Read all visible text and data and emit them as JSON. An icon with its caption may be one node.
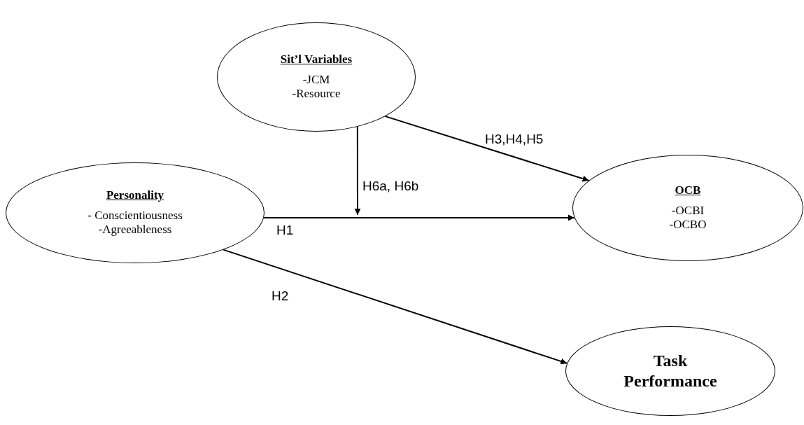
{
  "diagram": {
    "nodes": [
      {
        "text": [
          "Sit’l Variables",
          "-JCM",
          "-Resource"
        ]
      },
      {
        "text": [
          "Personality",
          "- Conscientiousness",
          "-Agreeableness"
        ]
      },
      {
        "text": [
          "OCB",
          "-OCBI",
          "-OCBO"
        ]
      },
      {
        "text": [
          "Task Performance"
        ]
      }
    ],
    "edges": [
      {
        "from": 0,
        "to": 2,
        "arrow": "to",
        "label": "H3,H4,H5"
      },
      {
        "from": 1,
        "to": 2,
        "arrow": "to",
        "label": "H1"
      },
      {
        "from": 0,
        "to": null,
        "arrow": "to",
        "label": "H6a, H6b"
      },
      {
        "from": 1,
        "to": 3,
        "arrow": "to",
        "label": "H2"
      }
    ]
  }
}
